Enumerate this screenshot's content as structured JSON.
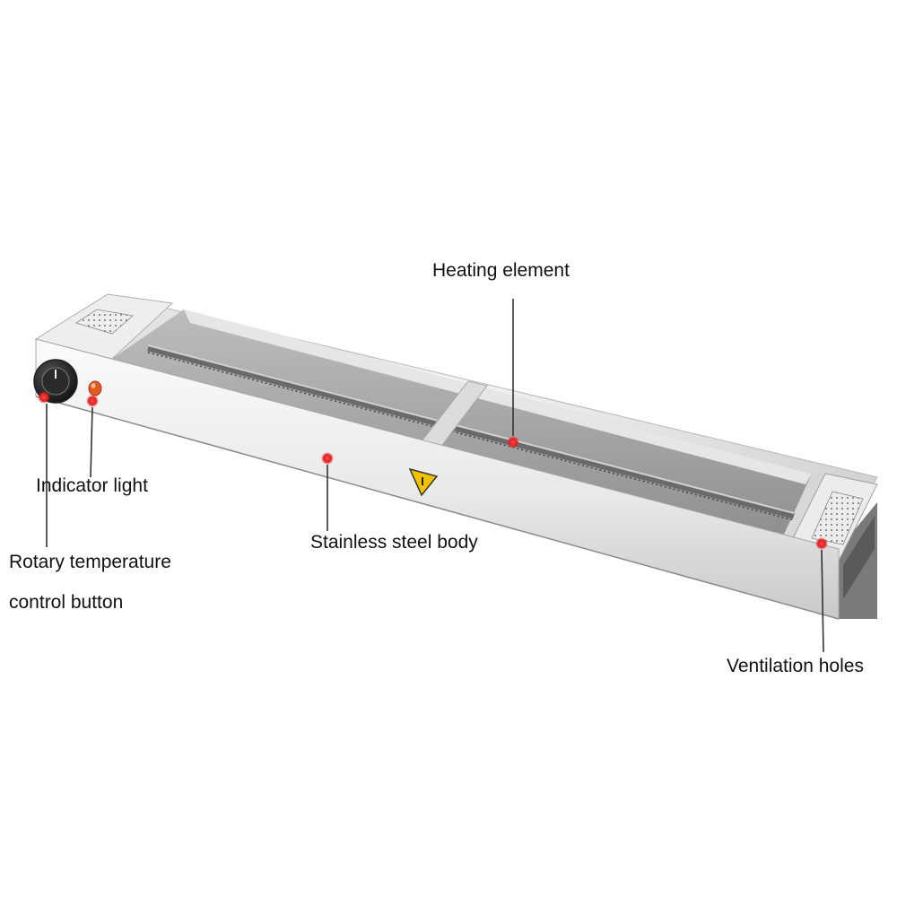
{
  "colors": {
    "background": "#ffffff",
    "steel_light": "#f4f4f4",
    "steel_mid": "#d8d8d8",
    "steel_dark": "#9a9a9a",
    "marker_red": "#e02020",
    "indicator_orange": "#e25a1c",
    "warning_yellow": "#f2c200",
    "leader_line": "#333333"
  },
  "product": {
    "icons": [
      "temperature-knob-icon",
      "indicator-light-icon",
      "warning-triangle-icon",
      "ventilation-grille-icon"
    ]
  },
  "callouts": {
    "heating_element": "Heating element",
    "indicator_light": "Indicator light",
    "stainless_steel_body": "Stainless steel body",
    "rotary_temperature_line1": "Rotary temperature",
    "rotary_temperature_line2": "control button",
    "ventilation_holes": "Ventilation holes"
  }
}
